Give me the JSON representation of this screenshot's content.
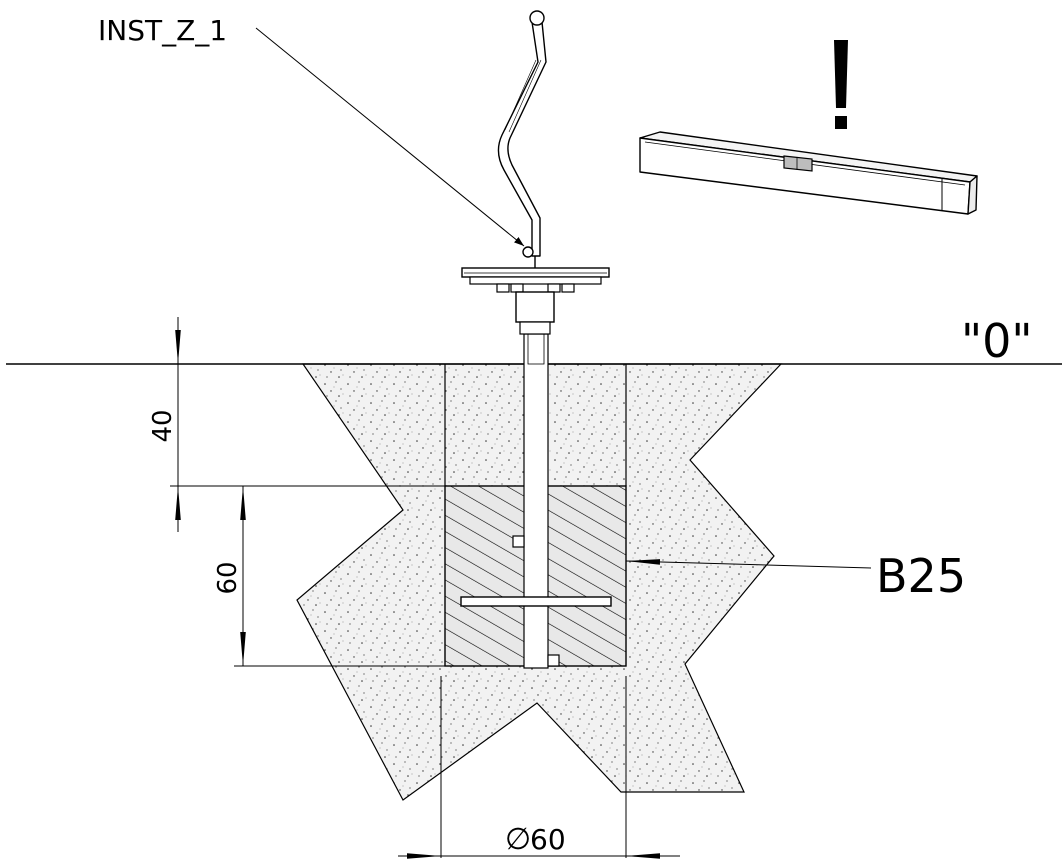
{
  "labels": {
    "part_code": "INST_Z_1",
    "ground_level": "\"0\"",
    "concrete_grade": "B25",
    "warning_mark": "!",
    "depth_top": "40",
    "depth_concrete": "60",
    "diameter": "60",
    "diameter_symbol": "∅"
  },
  "colors": {
    "line": "#000000",
    "soil_fill": "#f2f2f2",
    "concrete_fill": "#e8e8e8",
    "level_fill": "#f4f4f4",
    "background": "#ffffff"
  }
}
